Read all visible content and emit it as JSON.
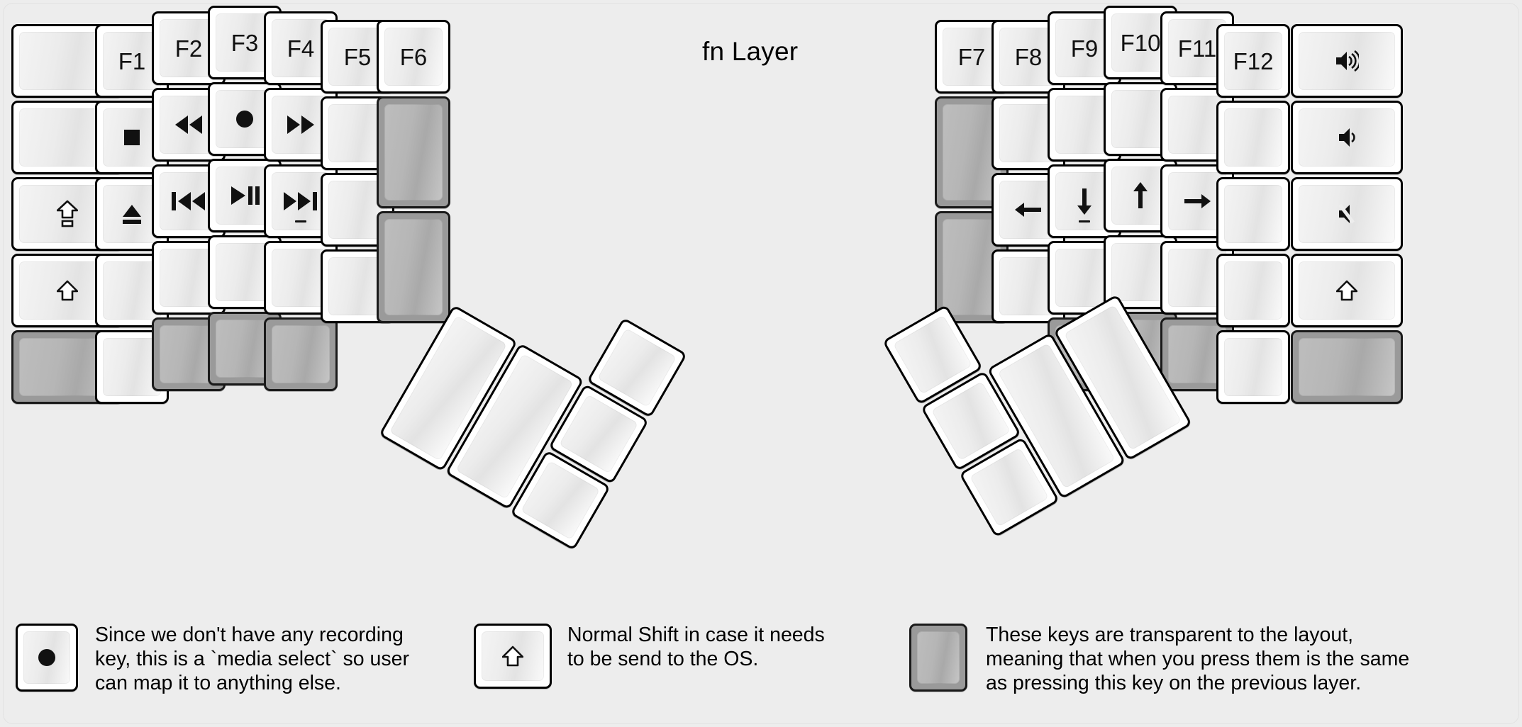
{
  "title": "fn Layer",
  "colors": {
    "background": "#ededed",
    "key_face": "#ffffff",
    "key_border": "#000000",
    "transparent_key": "#9a9a9a",
    "legend_text": "#101010"
  },
  "left_half": {
    "columns": [
      {
        "name": "pinky-outer",
        "keys": [
          {
            "label": "",
            "icon": "blank",
            "type": "normal"
          },
          {
            "label": "",
            "icon": "blank",
            "type": "normal"
          },
          {
            "label": "",
            "icon": "caps-lock-icon",
            "type": "normal"
          },
          {
            "label": "",
            "icon": "shift-icon",
            "type": "normal"
          },
          {
            "label": "",
            "icon": "blank",
            "type": "transparent"
          }
        ]
      },
      {
        "name": "pinky",
        "keys": [
          {
            "label": "F1",
            "icon": "",
            "type": "normal"
          },
          {
            "label": "",
            "icon": "media-stop-icon",
            "type": "normal"
          },
          {
            "label": "",
            "icon": "media-eject-icon",
            "type": "normal"
          },
          {
            "label": "",
            "icon": "blank",
            "type": "normal"
          },
          {
            "label": "",
            "icon": "blank",
            "type": "normal"
          }
        ]
      },
      {
        "name": "ring",
        "keys": [
          {
            "label": "F2",
            "icon": "",
            "type": "normal"
          },
          {
            "label": "",
            "icon": "media-rewind-icon",
            "type": "normal"
          },
          {
            "label": "",
            "icon": "media-previous-icon",
            "type": "normal"
          },
          {
            "label": "",
            "icon": "blank",
            "type": "normal"
          },
          {
            "label": "",
            "icon": "blank",
            "type": "transparent"
          }
        ]
      },
      {
        "name": "middle",
        "keys": [
          {
            "label": "F3",
            "icon": "",
            "type": "normal"
          },
          {
            "label": "",
            "icon": "media-record-icon",
            "type": "normal"
          },
          {
            "label": "",
            "icon": "media-play-pause-icon",
            "type": "normal"
          },
          {
            "label": "",
            "icon": "blank",
            "type": "normal"
          },
          {
            "label": "",
            "icon": "blank",
            "type": "transparent"
          }
        ]
      },
      {
        "name": "index",
        "keys": [
          {
            "label": "F4",
            "icon": "",
            "type": "normal"
          },
          {
            "label": "",
            "icon": "media-fast-forward-icon",
            "type": "normal"
          },
          {
            "label": "",
            "icon": "media-next-icon",
            "type": "normal",
            "homing": true
          },
          {
            "label": "",
            "icon": "blank",
            "type": "normal"
          },
          {
            "label": "",
            "icon": "blank",
            "type": "transparent"
          }
        ]
      },
      {
        "name": "index-inner",
        "keys": [
          {
            "label": "F5",
            "icon": "",
            "type": "normal"
          },
          {
            "label": "",
            "icon": "blank",
            "type": "normal"
          },
          {
            "label": "",
            "icon": "blank",
            "type": "normal"
          },
          {
            "label": "",
            "icon": "blank",
            "type": "normal"
          }
        ]
      },
      {
        "name": "inner-extra",
        "keys": [
          {
            "label": "F6",
            "icon": "",
            "type": "normal"
          },
          {
            "label": "",
            "icon": "blank",
            "type": "transparent",
            "tall": true
          },
          {
            "label": "",
            "icon": "blank",
            "type": "transparent",
            "tall": true
          }
        ]
      }
    ],
    "thumb_cluster": [
      {
        "label": "",
        "icon": "blank",
        "type": "normal",
        "size": "2u"
      },
      {
        "label": "",
        "icon": "blank",
        "type": "normal",
        "size": "2u"
      },
      {
        "label": "",
        "icon": "blank",
        "type": "normal",
        "size": "1u"
      },
      {
        "label": "",
        "icon": "blank",
        "type": "normal",
        "size": "1u"
      },
      {
        "label": "",
        "icon": "blank",
        "type": "normal",
        "size": "1u"
      }
    ]
  },
  "right_half": {
    "columns": [
      {
        "name": "index-inner",
        "keys": [
          {
            "label": "F7",
            "icon": "",
            "type": "normal"
          },
          {
            "label": "",
            "icon": "blank",
            "type": "transparent",
            "tall": true
          },
          {
            "label": "",
            "icon": "blank",
            "type": "transparent",
            "tall": true
          }
        ]
      },
      {
        "name": "index",
        "keys": [
          {
            "label": "F8",
            "icon": "",
            "type": "normal"
          },
          {
            "label": "",
            "icon": "blank",
            "type": "normal"
          },
          {
            "label": "",
            "icon": "arrow-left-icon",
            "type": "normal"
          },
          {
            "label": "",
            "icon": "blank",
            "type": "normal"
          }
        ]
      },
      {
        "name": "middle",
        "keys": [
          {
            "label": "F9",
            "icon": "",
            "type": "normal"
          },
          {
            "label": "",
            "icon": "blank",
            "type": "normal"
          },
          {
            "label": "",
            "icon": "arrow-down-icon",
            "type": "normal",
            "homing": true
          },
          {
            "label": "",
            "icon": "blank",
            "type": "normal"
          },
          {
            "label": "",
            "icon": "blank",
            "type": "transparent"
          }
        ]
      },
      {
        "name": "ring",
        "keys": [
          {
            "label": "F10",
            "icon": "",
            "type": "normal"
          },
          {
            "label": "",
            "icon": "blank",
            "type": "normal"
          },
          {
            "label": "",
            "icon": "arrow-up-icon",
            "type": "normal"
          },
          {
            "label": "",
            "icon": "blank",
            "type": "normal"
          },
          {
            "label": "",
            "icon": "blank",
            "type": "transparent"
          }
        ]
      },
      {
        "name": "pinky",
        "keys": [
          {
            "label": "F11",
            "icon": "",
            "type": "normal"
          },
          {
            "label": "",
            "icon": "blank",
            "type": "normal"
          },
          {
            "label": "",
            "icon": "arrow-right-icon",
            "type": "normal"
          },
          {
            "label": "",
            "icon": "blank",
            "type": "normal"
          },
          {
            "label": "",
            "icon": "blank",
            "type": "transparent"
          }
        ]
      },
      {
        "name": "pinky-outer",
        "keys": [
          {
            "label": "F12",
            "icon": "",
            "type": "normal"
          },
          {
            "label": "",
            "icon": "blank",
            "type": "normal"
          },
          {
            "label": "",
            "icon": "blank",
            "type": "normal"
          },
          {
            "label": "",
            "icon": "blank",
            "type": "normal"
          },
          {
            "label": "",
            "icon": "blank",
            "type": "normal"
          }
        ]
      },
      {
        "name": "outer-wide",
        "keys": [
          {
            "label": "",
            "icon": "volume-up-icon",
            "type": "normal"
          },
          {
            "label": "",
            "icon": "volume-down-icon",
            "type": "normal"
          },
          {
            "label": "",
            "icon": "volume-mute-icon",
            "type": "normal"
          },
          {
            "label": "",
            "icon": "shift-icon",
            "type": "normal"
          },
          {
            "label": "",
            "icon": "blank",
            "type": "transparent"
          }
        ]
      }
    ],
    "thumb_cluster": [
      {
        "label": "",
        "icon": "blank",
        "type": "normal",
        "size": "1u"
      },
      {
        "label": "",
        "icon": "blank",
        "type": "normal",
        "size": "1u"
      },
      {
        "label": "",
        "icon": "blank",
        "type": "normal",
        "size": "1u"
      },
      {
        "label": "",
        "icon": "blank",
        "type": "normal",
        "size": "2u"
      },
      {
        "label": "",
        "icon": "blank",
        "type": "normal",
        "size": "2u"
      }
    ]
  },
  "legend": [
    {
      "key_icon": "media-record-icon",
      "key_type": "normal",
      "text": "Since we don't have any recording\nkey, this is a `media select` so user\ncan map it to anything else."
    },
    {
      "key_icon": "shift-icon",
      "key_type": "normal",
      "text": "Normal Shift in case it needs\nto be send to the OS."
    },
    {
      "key_icon": "blank",
      "key_type": "transparent",
      "text": "These keys are transparent to the layout,\nmeaning that when you press them is the same\nas pressing this key on the previous layer."
    }
  ]
}
